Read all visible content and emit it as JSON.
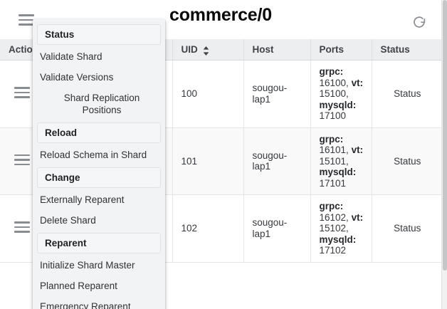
{
  "header": {
    "title": "commerce/0",
    "menu_icon": "hamburger-icon",
    "refresh_icon": "refresh-icon"
  },
  "table": {
    "columns": [
      {
        "key": "action",
        "label": "Action",
        "sortable": false
      },
      {
        "key": "keyspace",
        "label": "",
        "sortable": false
      },
      {
        "key": "uid",
        "label": "UID",
        "sortable": true
      },
      {
        "key": "host",
        "label": "Host",
        "sortable": false
      },
      {
        "key": "ports",
        "label": "Ports",
        "sortable": false
      },
      {
        "key": "status",
        "label": "Status",
        "sortable": false
      }
    ],
    "rows": [
      {
        "action_icon": "hamburger-icon",
        "uid": "100",
        "host": "sougou-lap1",
        "ports": [
          {
            "name": "grpc:",
            "value": "16100,"
          },
          {
            "name": "vt:",
            "value": "15100,"
          },
          {
            "name": "mysqld:",
            "value": "17100"
          }
        ],
        "status": "Status"
      },
      {
        "action_icon": "hamburger-icon",
        "uid": "101",
        "host": "sougou-lap1",
        "ports": [
          {
            "name": "grpc:",
            "value": "16101,"
          },
          {
            "name": "vt:",
            "value": "15101,"
          },
          {
            "name": "mysqld:",
            "value": "17101"
          }
        ],
        "status": "Status"
      },
      {
        "action_icon": "hamburger-icon",
        "uid": "102",
        "host": "sougou-lap1",
        "ports": [
          {
            "name": "grpc:",
            "value": "16102,"
          },
          {
            "name": "vt:",
            "value": "15102,"
          },
          {
            "name": "mysqld:",
            "value": "17102"
          }
        ],
        "status": "Status"
      }
    ]
  },
  "dropdown": {
    "open": true,
    "groups": [
      {
        "header": "Status",
        "items": [
          {
            "label": "Validate Shard",
            "indent": false
          },
          {
            "label": "Validate Versions",
            "indent": false
          },
          {
            "label": "Shard Replication Positions",
            "indent": true
          }
        ]
      },
      {
        "header": "Reload",
        "items": [
          {
            "label": "Reload Schema in Shard",
            "indent": false
          }
        ]
      },
      {
        "header": "Change",
        "items": [
          {
            "label": "Externally Reparent",
            "indent": false
          },
          {
            "label": "Delete Shard",
            "indent": false
          }
        ]
      },
      {
        "header": "Reparent",
        "items": [
          {
            "label": "Initialize Shard Master",
            "indent": false
          },
          {
            "label": "Planned Reparent",
            "indent": false
          },
          {
            "label": "Emergency Reparent",
            "indent": false
          }
        ]
      }
    ]
  },
  "colors": {
    "header_bg": "#eceef0",
    "row_alt_bg": "#f9f9fa",
    "menu_bg": "#f2f3f5",
    "text": "#36393d",
    "icon_gray": "#888b8f"
  }
}
